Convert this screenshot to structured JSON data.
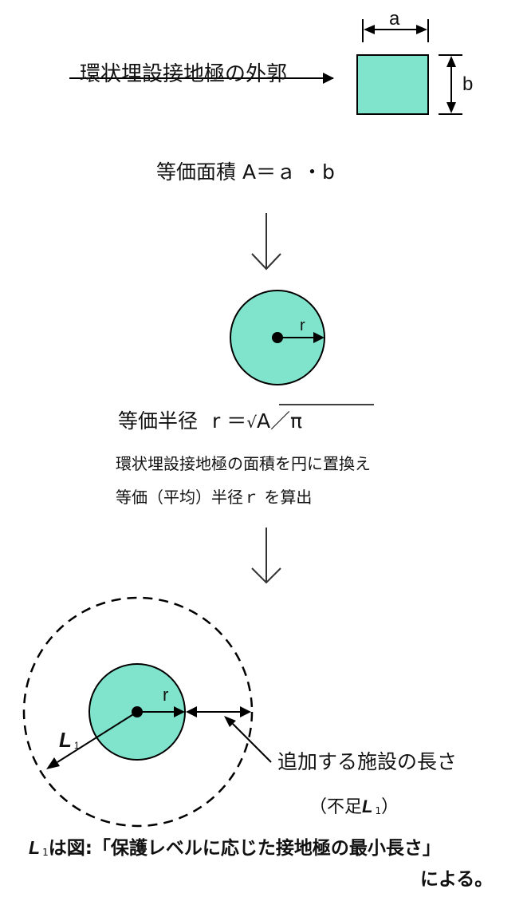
{
  "colors": {
    "fill": "#80E4CC",
    "stroke": "#000000",
    "arrow": "#333333"
  },
  "top": {
    "outer_label": "環状埋設接地極の外郭",
    "dim_a": "a",
    "dim_b": "b"
  },
  "area_formula": {
    "prefix": "等価面積",
    "expr": "A＝ａ ・b"
  },
  "circle1": {
    "radius_label": "r"
  },
  "radius_formula": {
    "prefix": "等価半径",
    "lhs": "r ＝",
    "sqrt": "√",
    "radicand": "A／π"
  },
  "explanation": {
    "line1": "環状埋設接地極の面積を円に置換え",
    "line2": "等価（平均）半径ｒ を算出"
  },
  "circle2": {
    "radius_label": "r",
    "L_label": "L",
    "L_sub": "1",
    "callout": "追加する施設の長さ",
    "shortfall_open": "（不足",
    "shortfall_L": "L",
    "shortfall_sub": "1",
    "shortfall_close": "）"
  },
  "note": {
    "L": "L",
    "sub": "1",
    "line1": "は図:「保護レベルに応じた接地極の最小長さ」",
    "line2": "による。"
  }
}
